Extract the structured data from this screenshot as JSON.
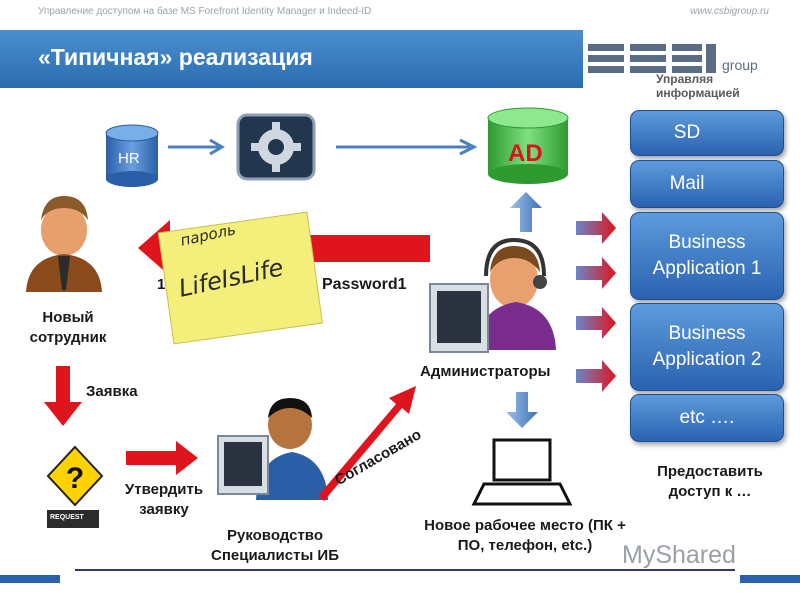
{
  "header": {
    "caption": "Управление доступом на базе MS Forefront Identity Manager и Indeed-ID",
    "url": "www.csbigroup.ru",
    "title": "«Типичная» реализация",
    "logo_text": "group",
    "tagline": "Управляя информацией"
  },
  "nodes": {
    "hr": "HR",
    "ad": "AD",
    "new_employee": "Новый сотрудник",
    "request": "Заявка",
    "request_sign": "REQUEST",
    "approve": "Утвердить заявку",
    "management": "Руководство Специалисты ИБ",
    "approved": "Согласовано",
    "administrators": "Администраторы",
    "workplace": "Новое рабочее место (ПК + ПО, телефон, etc.)",
    "provide_access": "Предоставить доступ к …",
    "password": "Password1",
    "number_one": "1",
    "sticky_line1": "пароль",
    "sticky_line2": "LifeIsLife"
  },
  "apps": [
    {
      "label": "SD"
    },
    {
      "label": "Mail"
    },
    {
      "label": "Business Application 1"
    },
    {
      "label": "Business Application 2"
    },
    {
      "label": "etc …."
    }
  ],
  "watermark": "MyShared",
  "colors": {
    "arrow_red": "#e0141c",
    "arrow_blue": "#4a7fc0",
    "app_blue": "#3d78c8"
  }
}
